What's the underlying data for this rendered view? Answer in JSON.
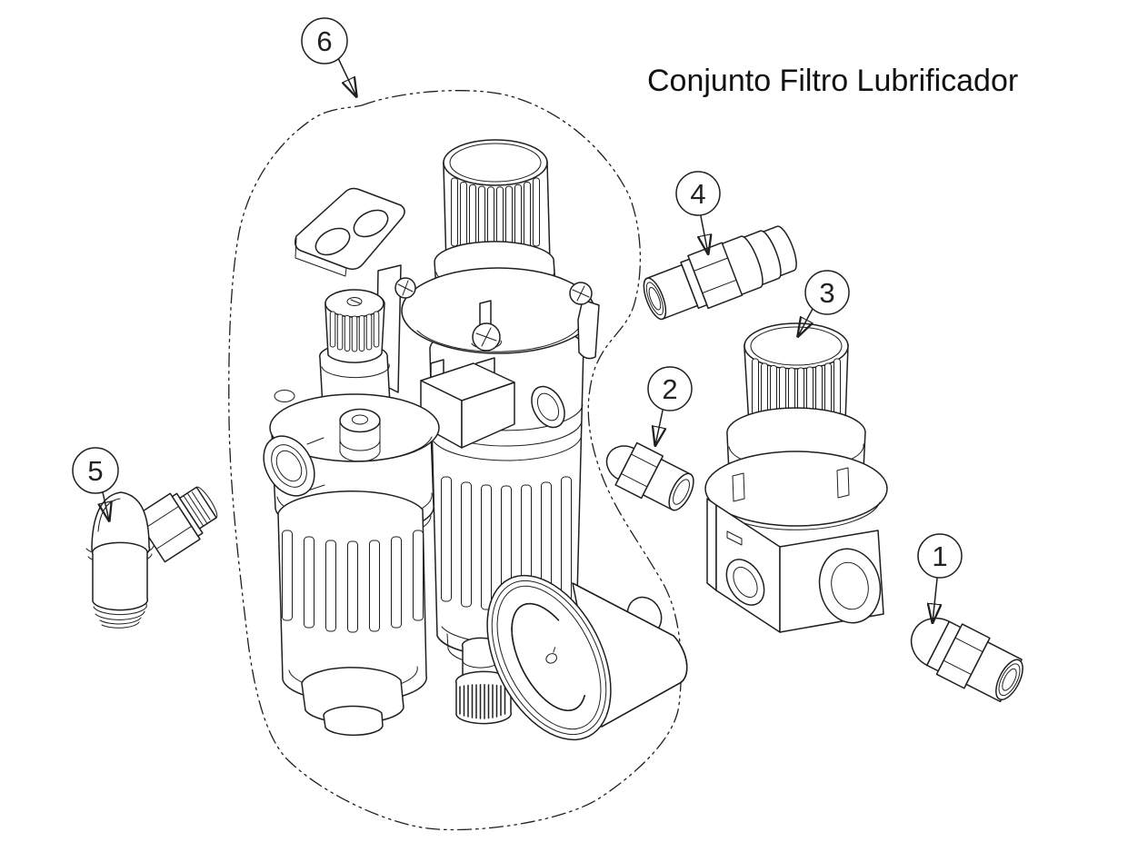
{
  "title": "Conjunto Filtro Lubrificador",
  "diagram": {
    "type": "exploded parts diagram",
    "callouts": {
      "c1": {
        "number": "1",
        "part": "straight-nipple-fitting"
      },
      "c2": {
        "number": "2",
        "part": "plug-fitting"
      },
      "c3": {
        "number": "3",
        "part": "pressure-regulator"
      },
      "c4": {
        "number": "4",
        "part": "hose-barb-fitting"
      },
      "c5": {
        "number": "5",
        "part": "elbow-fitting"
      },
      "c6": {
        "number": "6",
        "part": "filter-lubricator-assembly"
      }
    }
  }
}
